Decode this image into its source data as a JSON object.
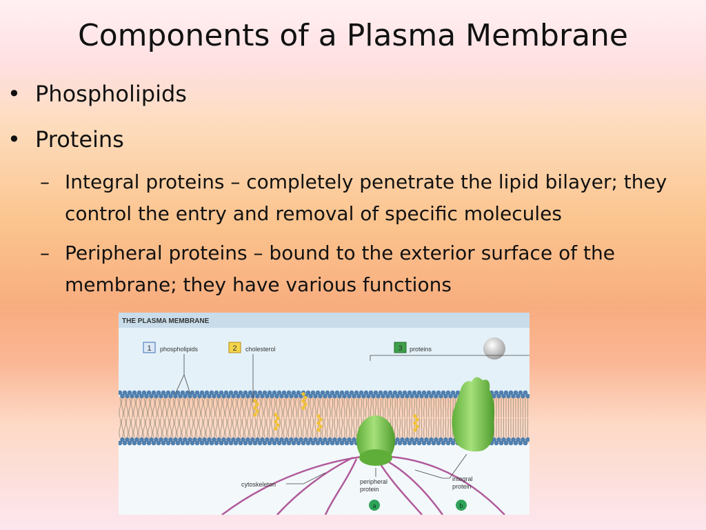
{
  "slide": {
    "title": "Components of a Plasma Membrane",
    "bullets": [
      {
        "marker": "•",
        "text": "Phospholipids"
      },
      {
        "marker": "•",
        "text": "Proteins"
      }
    ],
    "sub_bullets": [
      {
        "marker": "–",
        "text": "Integral proteins – completely penetrate the lipid bilayer; they control the entry and removal of specific molecules"
      },
      {
        "marker": "–",
        "text": "Peripheral proteins – bound to the exterior surface of the membrane; they have various functions"
      }
    ]
  },
  "figure": {
    "header": "THE PLASMA MEMBRANE",
    "labels": {
      "phospholipids_num": "1",
      "phospholipids": "phospholipids",
      "cholesterol_num": "2",
      "cholesterol": "cholesterol",
      "proteins_num": "3",
      "proteins": "proteins",
      "cytoskeleton": "cytoskeleton",
      "peripheral_line1": "peripheral",
      "peripheral_line2": "protein",
      "integral_line1": "integral",
      "integral_line2": "protein",
      "marker_a": "a",
      "marker_b": "b"
    },
    "colors": {
      "header_bg": "#c8dcea",
      "water": "#e4f1f8",
      "head_blue": "#4f7fae",
      "tail": "#a59a86",
      "cholesterol": "#f2c230",
      "protein_green": "#7ecb4e",
      "cytoskeleton": "#b05a9a",
      "marker_green": "#2fa35a"
    }
  }
}
